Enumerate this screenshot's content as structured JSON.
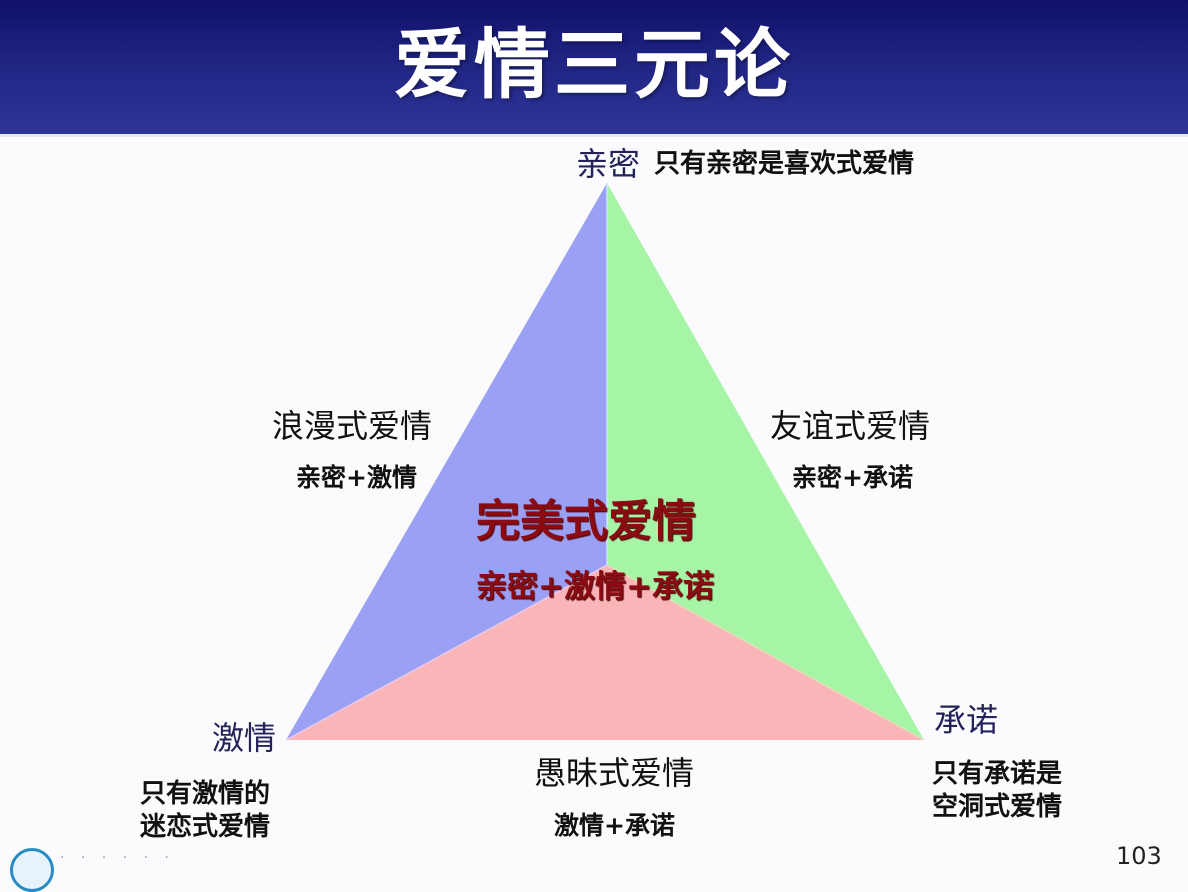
{
  "header": {
    "title": "爱情三元论"
  },
  "diagram": {
    "colors": {
      "intimacy_region": "#9aa0f4",
      "commitment_region": "#a6f5a6",
      "passion_region": "#f9b5b8",
      "header_bg": "#1f2482",
      "center_text": "#8a0c12"
    },
    "vertices": {
      "top": {
        "label": "亲密",
        "note": "只有亲密是喜欢式爱情"
      },
      "bottom_left": {
        "label": "激情",
        "note_line1": "只有激情的",
        "note_line2": "迷恋式爱情"
      },
      "bottom_right": {
        "label": "承诺",
        "note_line1": "只有承诺是",
        "note_line2": "空洞式爱情"
      }
    },
    "sides": {
      "left": {
        "type": "浪漫式爱情",
        "combo": "亲密+激情"
      },
      "right": {
        "type": "友谊式爱情",
        "combo": "亲密+承诺"
      },
      "bottom": {
        "type": "愚昧式爱情",
        "combo": "激情+承诺"
      }
    },
    "center": {
      "type": "完美式爱情",
      "combo": "亲密+激情+承诺"
    }
  },
  "footer": {
    "page_number": "103",
    "org_text": "· · · · · ·"
  }
}
